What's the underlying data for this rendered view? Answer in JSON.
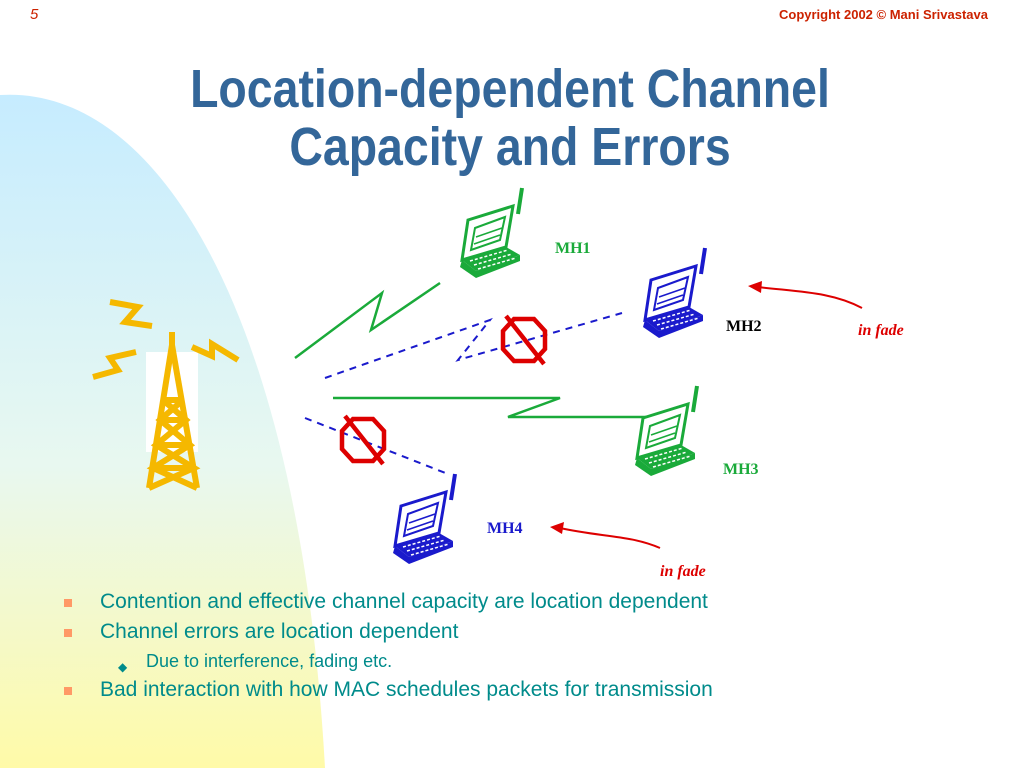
{
  "slide": {
    "number": "5",
    "copyright": "Copyright 2002 © Mani Srivastava",
    "title_line1": "Location-dependent Channel",
    "title_line2": "Capacity and Errors"
  },
  "diagram": {
    "hosts": [
      {
        "label": "MH1",
        "color": "#1aaa3a"
      },
      {
        "label": "MH2",
        "color": "#1a1acc",
        "label_color": "#000000"
      },
      {
        "label": "MH3",
        "color": "#1aaa3a"
      },
      {
        "label": "MH4",
        "color": "#1a1acc"
      }
    ],
    "fade_labels": [
      "in fade",
      "in fade"
    ],
    "colors": {
      "good_link": "#1aaa3a",
      "bad_link": "#1a1acc",
      "fade": "#dd0000",
      "tower": "#f5b800"
    }
  },
  "bullets": [
    {
      "level": 1,
      "text": "Contention and effective channel capacity are location dependent"
    },
    {
      "level": 1,
      "text": "Channel errors are location dependent"
    },
    {
      "level": 2,
      "text": "Due to interference, fading etc."
    },
    {
      "level": 1,
      "text": "Bad interaction with how MAC schedules packets for transmission"
    }
  ]
}
